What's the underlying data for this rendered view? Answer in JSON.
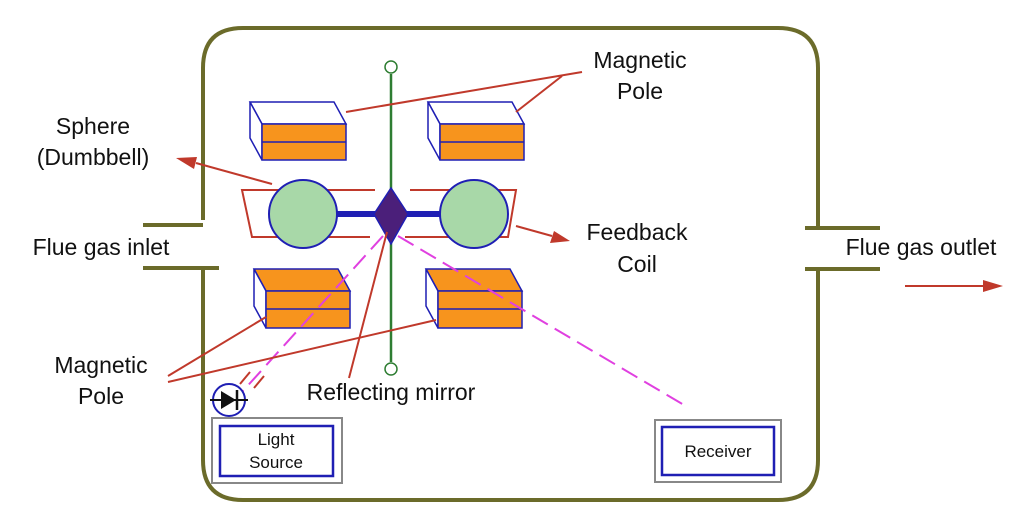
{
  "labels": {
    "magnetic_pole_top_line1": "Magnetic",
    "magnetic_pole_top_line2": "Pole",
    "sphere_line1": "Sphere",
    "sphere_line2": "(Dumbbell)",
    "flue_gas_inlet": "Flue gas inlet",
    "flue_gas_outlet": "Flue gas outlet",
    "feedback_coil_line1": "Feedback",
    "feedback_coil_line2": "Coil",
    "magnetic_pole_bottom_line1": "Magnetic",
    "magnetic_pole_bottom_line2": "Pole",
    "reflecting_mirror": "Reflecting mirror",
    "light_source_line1": "Light",
    "light_source_line2": "Source",
    "receiver": "Receiver"
  },
  "colors": {
    "chamber_outline": "#6b6b2a",
    "pole_front": "#f7941d",
    "pole_edge": "#1f1fb4",
    "sphere_fill": "#a8d8a8",
    "sphere_edge": "#1f1fb4",
    "pointer_line": "#c0392b",
    "light_beam": "#e040e0",
    "mirror_fill": "#4b1f7a",
    "suspension_fiber": "#2e7d32",
    "box_frame": "#888888",
    "box_inner": "#1f1fb4"
  }
}
